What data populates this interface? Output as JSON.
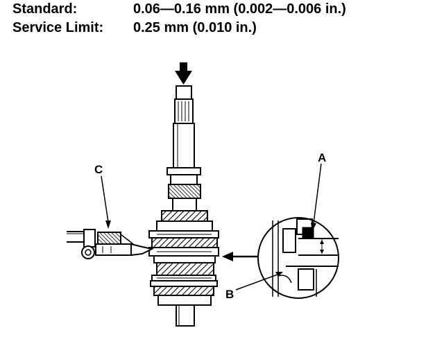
{
  "spec": {
    "standard_label": "Standard:",
    "standard_value": "0.06—0.16 mm (0.002—0.006 in.)",
    "limit_label": "Service Limit:",
    "limit_value": "0.25 mm (0.010 in.)"
  },
  "callouts": {
    "a": "A",
    "b": "B",
    "c": "C"
  },
  "colors": {
    "ink": "#000000",
    "paper": "#ffffff"
  }
}
